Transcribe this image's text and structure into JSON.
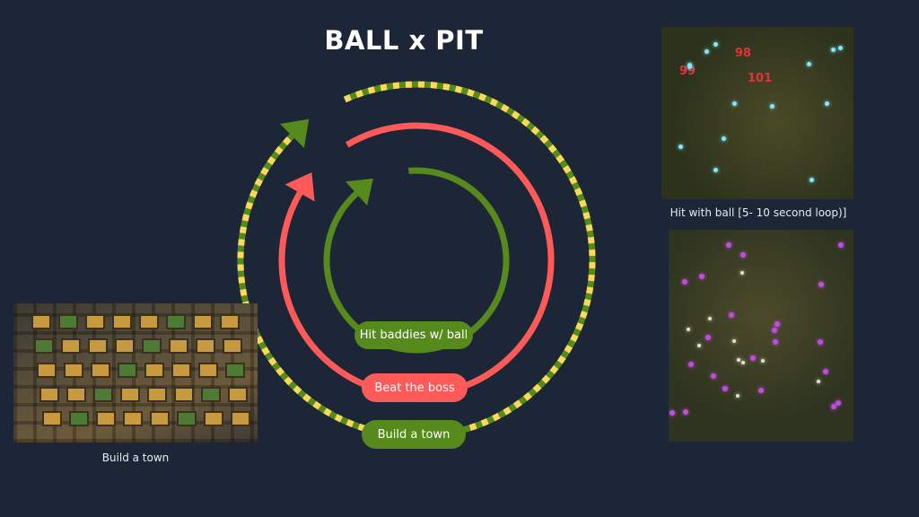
{
  "title": "BALL x PIT",
  "loops": [
    {
      "label": "Hit baddies w/ ball",
      "color": "#568a1d"
    },
    {
      "label": "Beat the boss",
      "color": "#fe5a5a"
    },
    {
      "label": "Build a town",
      "color": "#568a1d",
      "dash_color": "#f9d85a"
    }
  ],
  "captions": {
    "left": "Build a town",
    "right_top": "Hit with ball [5- 10 second loop)]"
  },
  "game_text": {
    "dmg1": "99",
    "dmg2": "98",
    "dmg3": "101"
  }
}
